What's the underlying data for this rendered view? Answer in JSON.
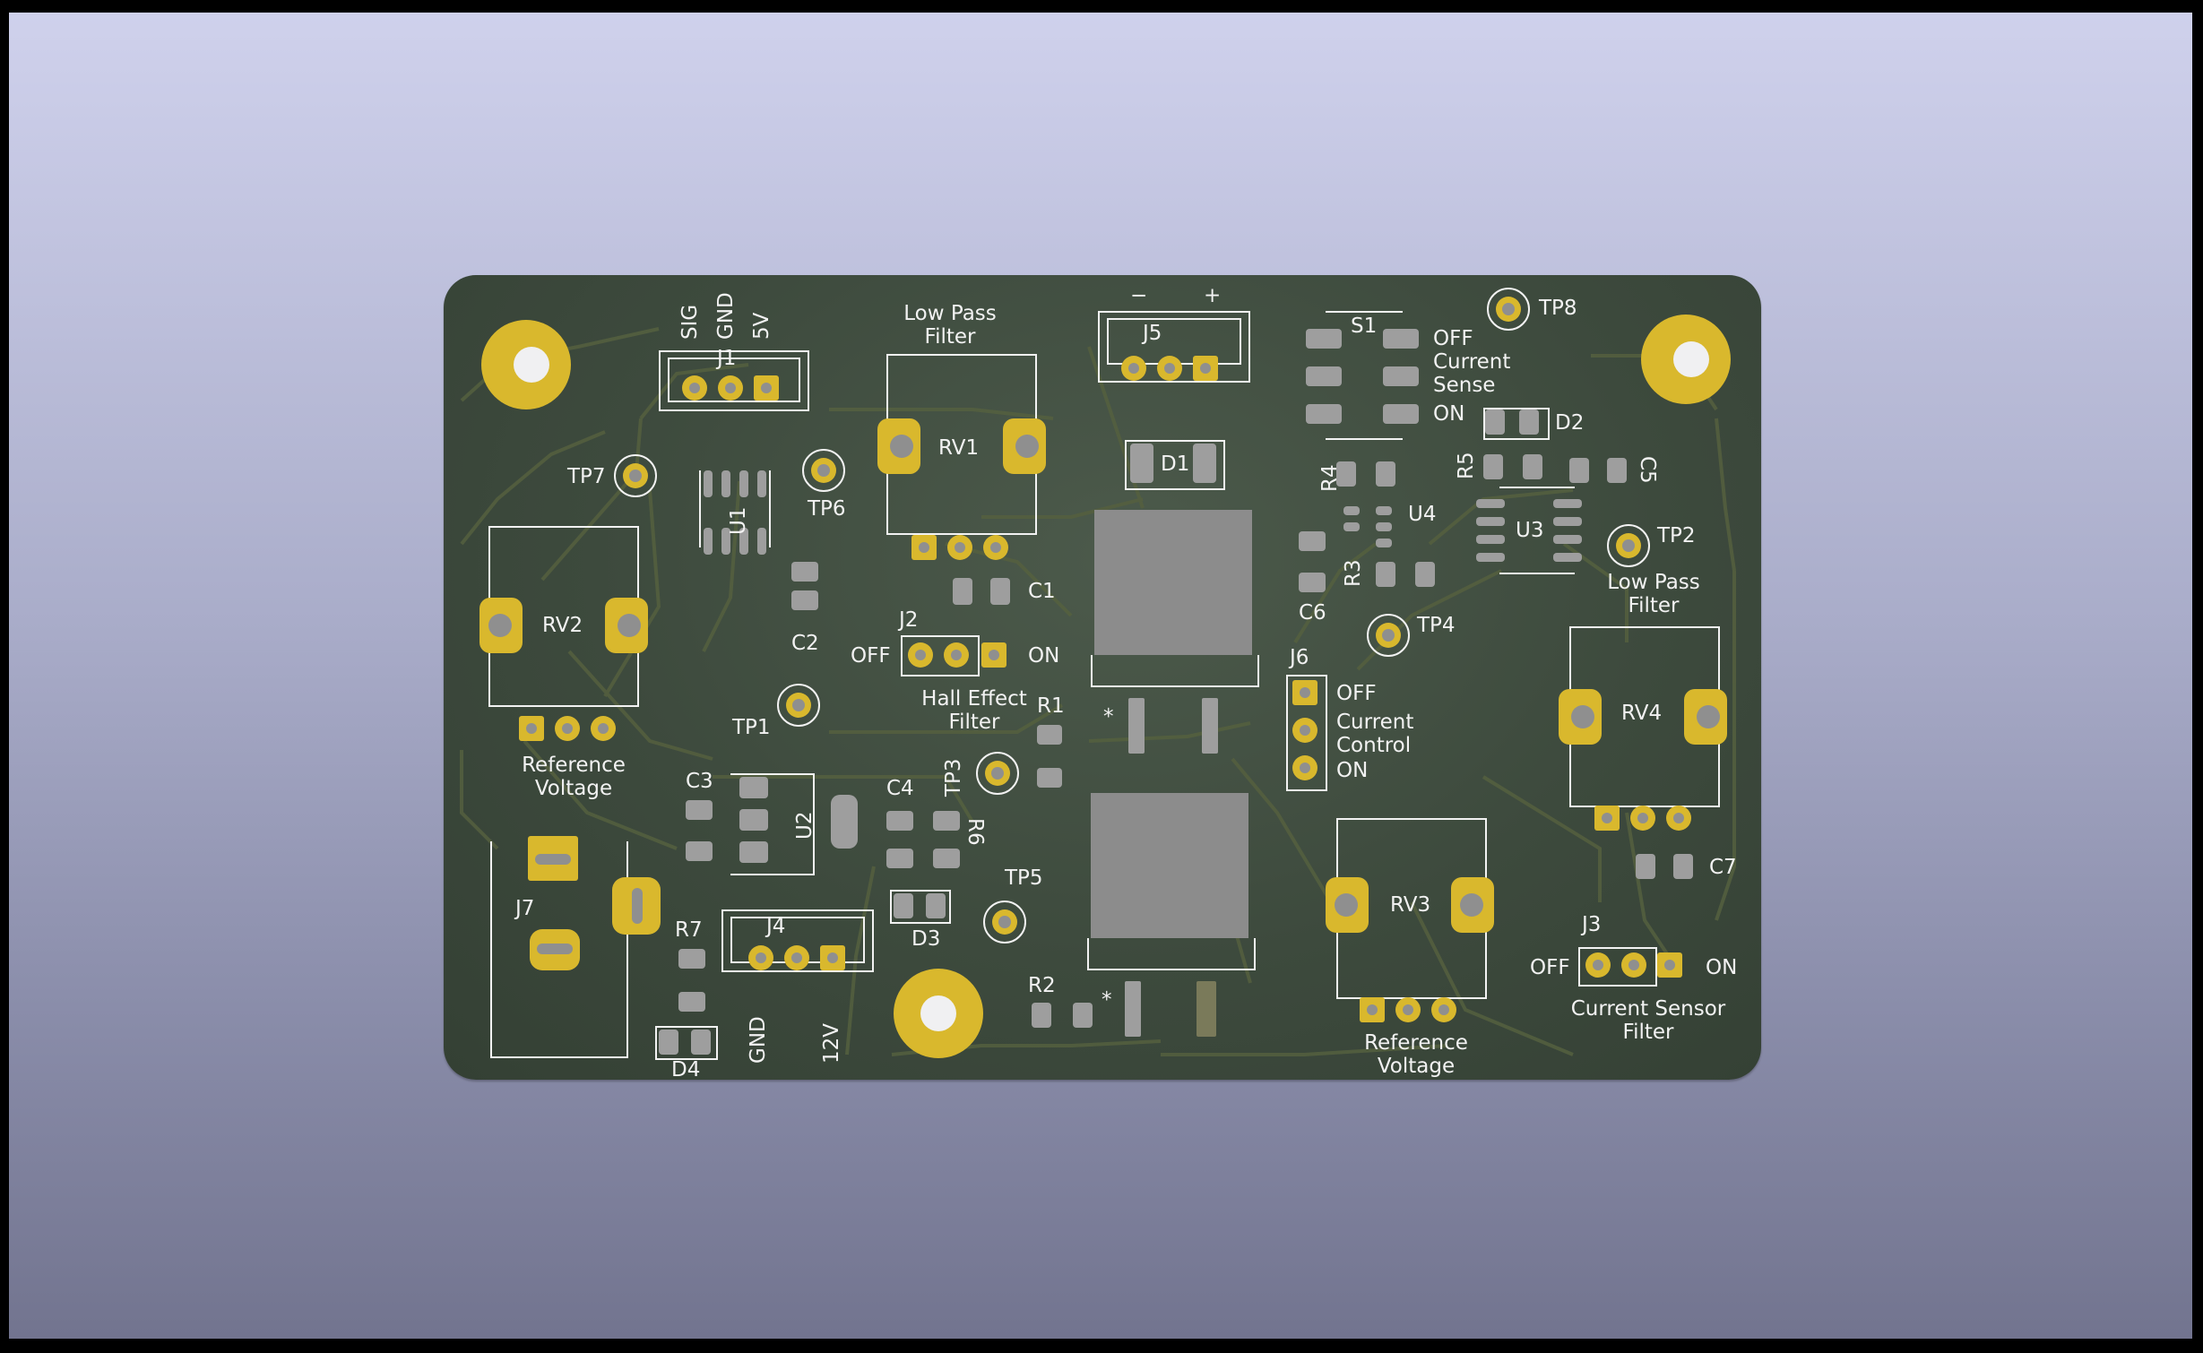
{
  "connectors": {
    "j1": {
      "ref": "J1",
      "pins": [
        "SIG",
        "GND",
        "5V"
      ]
    },
    "j2": {
      "ref": "J2",
      "off": "OFF",
      "on": "ON",
      "caption": "Hall Effect\nFilter"
    },
    "j3": {
      "ref": "J3",
      "off": "OFF",
      "on": "ON",
      "caption": "Current Sensor\nFilter"
    },
    "j4": {
      "ref": "J4",
      "pins": [
        "GND",
        "12V"
      ]
    },
    "j5": {
      "ref": "J5",
      "minus": "−",
      "plus": "+"
    },
    "j6": {
      "ref": "J6",
      "off": "OFF",
      "caption": "Current\nControl",
      "on": "ON"
    },
    "j7": {
      "ref": "J7"
    }
  },
  "pots": {
    "rv1": {
      "ref": "RV1",
      "caption": "Low Pass\nFilter"
    },
    "rv2": {
      "ref": "RV2",
      "caption": "Reference\nVoltage"
    },
    "rv3": {
      "ref": "RV3",
      "caption": "Reference\nVoltage"
    },
    "rv4": {
      "ref": "RV4",
      "caption": "Low Pass\nFilter"
    }
  },
  "switch": {
    "ref": "S1",
    "off": "OFF",
    "caption": "Current\nSense",
    "on": "ON"
  },
  "ics": {
    "u1": "U1",
    "u2": "U2",
    "u3": "U3",
    "u4": "U4"
  },
  "testpoints": {
    "tp1": "TP1",
    "tp2": "TP2",
    "tp3": "TP3",
    "tp4": "TP4",
    "tp5": "TP5",
    "tp6": "TP6",
    "tp7": "TP7",
    "tp8": "TP8"
  },
  "passives": {
    "c1": "C1",
    "c2": "C2",
    "c3": "C3",
    "c4": "C4",
    "c5": "C5",
    "c6": "C6",
    "c7": "C7",
    "r1": "R1",
    "r2": "R2",
    "r3": "R3",
    "r4": "R4",
    "r5": "R5",
    "r6": "R6",
    "r7": "R7",
    "d1": "D1",
    "d2": "D2",
    "d3": "D3",
    "d4": "D4"
  },
  "mosfet_marks": {
    "star1": "*",
    "star2": "*"
  },
  "colors": {
    "board": "#3f4c3f",
    "copper_gold": "#d9b82d",
    "silkscreen": "#f2f2f2",
    "pad_grey": "#9e9e9e",
    "background_top": "#cfd1ec",
    "background_bottom": "#72748f"
  }
}
